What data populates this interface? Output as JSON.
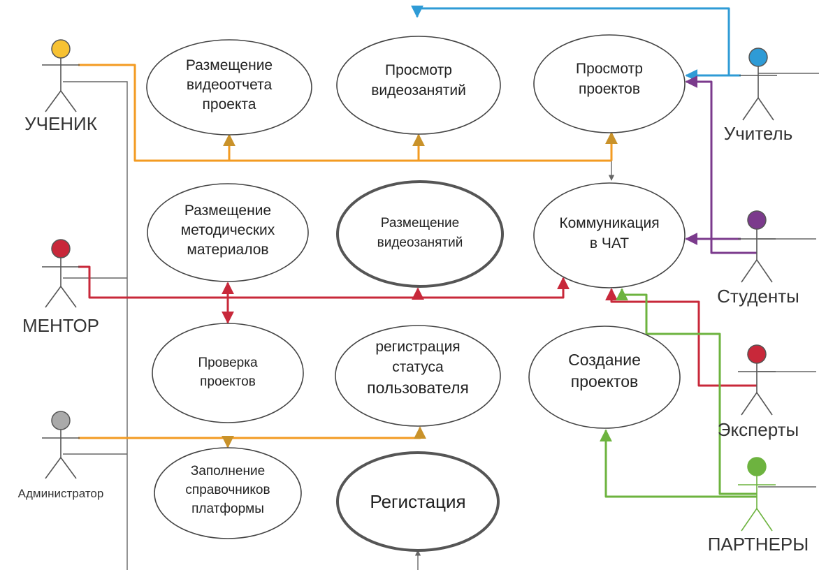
{
  "colors": {
    "orange": "#f39b22",
    "blue": "#2e9bd6",
    "purple": "#7b3a8c",
    "red": "#c8283a",
    "green": "#6db33f",
    "gray_head": "#aaaaaa",
    "yellow_head": "#f7c233"
  },
  "actors": {
    "uchenik": "УЧЕНИК",
    "mentor": "МЕНТОР",
    "admin": "Администратор",
    "uchitel": "Учитель",
    "studenty": "Студенты",
    "eksperty": "Эксперты",
    "partnery": "ПАРТНЕРЫ"
  },
  "use_cases": {
    "video_report": [
      "Размещение",
      "видеоотчета",
      "проекта"
    ],
    "view_lessons": [
      "Просмотр",
      "видеозанятий"
    ],
    "view_projects": [
      "Просмотр",
      "проектов"
    ],
    "method_materials": [
      "Размещение",
      "методических",
      "материалов"
    ],
    "post_lessons": [
      "Размещение",
      "видеозанятий"
    ],
    "chat": [
      "Коммуникация",
      "в ЧАТ"
    ],
    "check_projects": [
      "Проверка",
      "проектов"
    ],
    "user_status": [
      "регистрация",
      "статуса",
      "пользователя"
    ],
    "create_projects": [
      "Создание",
      "проектов"
    ],
    "directories": [
      "Заполнение",
      "справочников",
      "платформы"
    ],
    "registration": [
      "Регистация"
    ]
  }
}
